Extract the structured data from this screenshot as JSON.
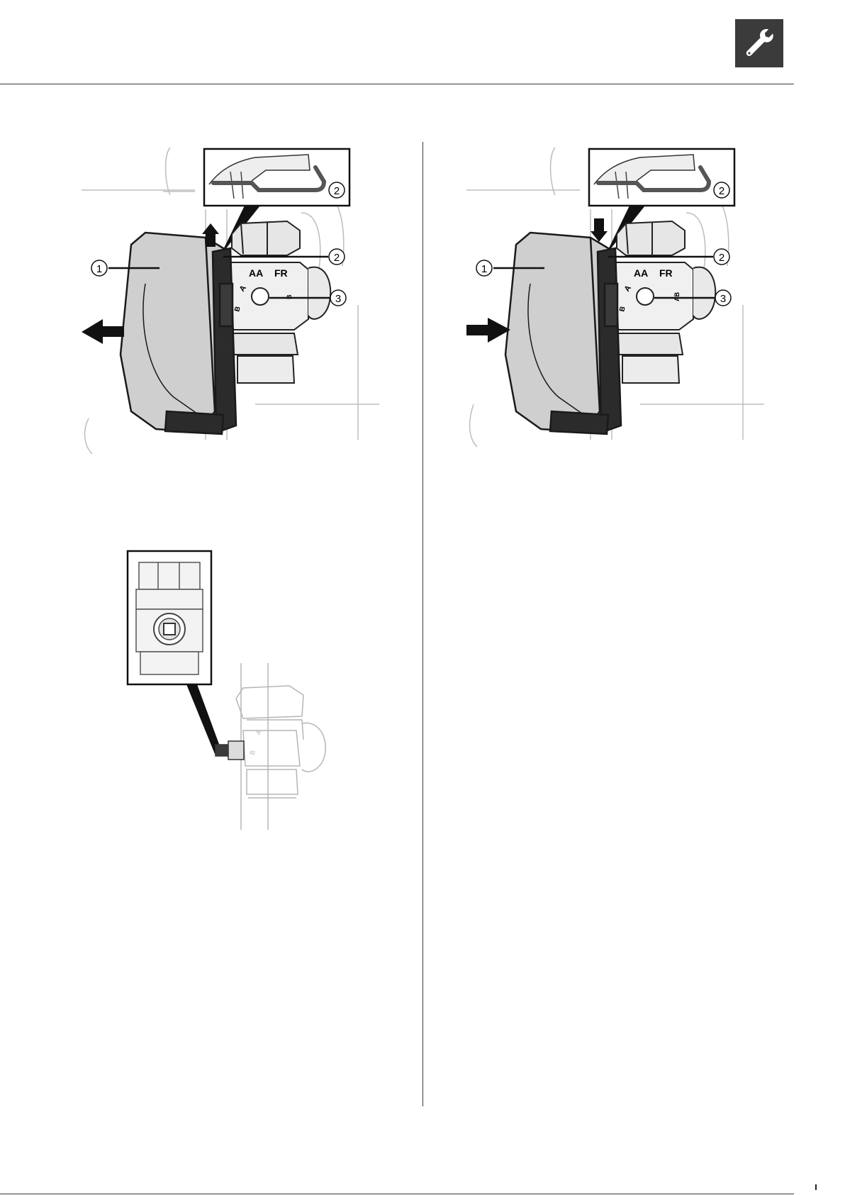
{
  "header": {
    "icon": "wrench-icon"
  },
  "figures": {
    "left": {
      "callouts": [
        "1",
        "2",
        "2",
        "3"
      ],
      "valve_labels": [
        "AA",
        "FR",
        "A",
        "B",
        "B"
      ]
    },
    "right": {
      "callouts": [
        "1",
        "2",
        "2",
        "3"
      ],
      "valve_labels": [
        "AA",
        "FR",
        "A",
        "B",
        "AB"
      ]
    }
  },
  "colors": {
    "housing": "#cfcfcf",
    "ink": "#1a1a1a",
    "badge": "#3b3b3b"
  }
}
